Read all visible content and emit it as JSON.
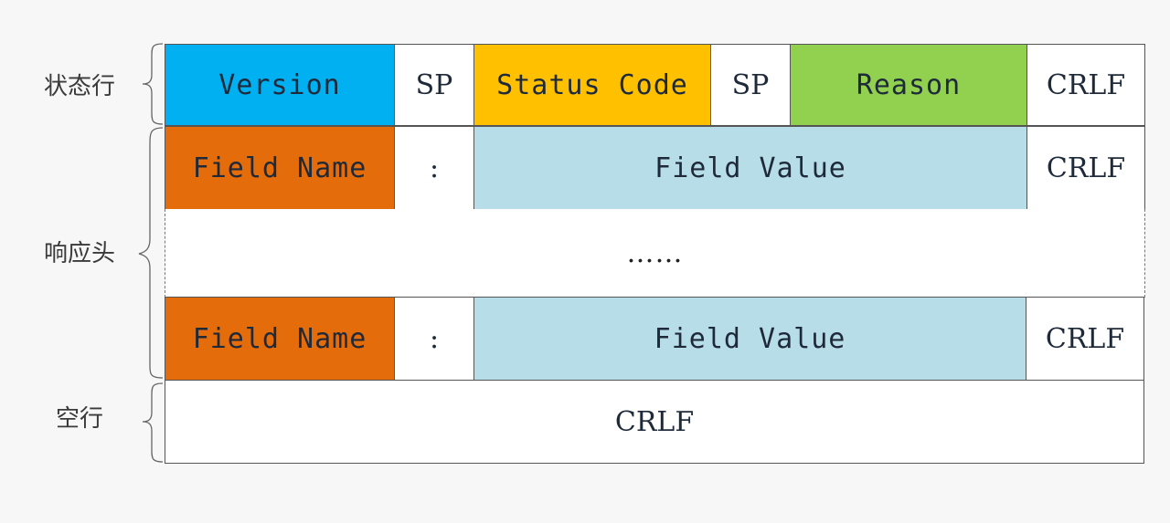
{
  "groups": {
    "status_line": "状态行",
    "response_headers": "响应头",
    "blank_line": "空行"
  },
  "status_line": {
    "version": "Version",
    "sp1": "SP",
    "status_code": "Status Code",
    "sp2": "SP",
    "reason": "Reason",
    "crlf": "CRLF"
  },
  "header_row_1": {
    "field_name": "Field Name",
    "colon": ":",
    "field_value": "Field Value",
    "crlf": "CRLF"
  },
  "ellipsis": "……",
  "header_row_2": {
    "field_name": "Field Name",
    "colon": ":",
    "field_value": "Field Value",
    "crlf": "CRLF"
  },
  "blank_line": {
    "crlf": "CRLF"
  },
  "colors": {
    "version": "#00b0f0",
    "status_code": "#ffc000",
    "reason": "#92d050",
    "field_name": "#e46c0a",
    "field_value": "#b7dde8",
    "plain": "#ffffff"
  }
}
